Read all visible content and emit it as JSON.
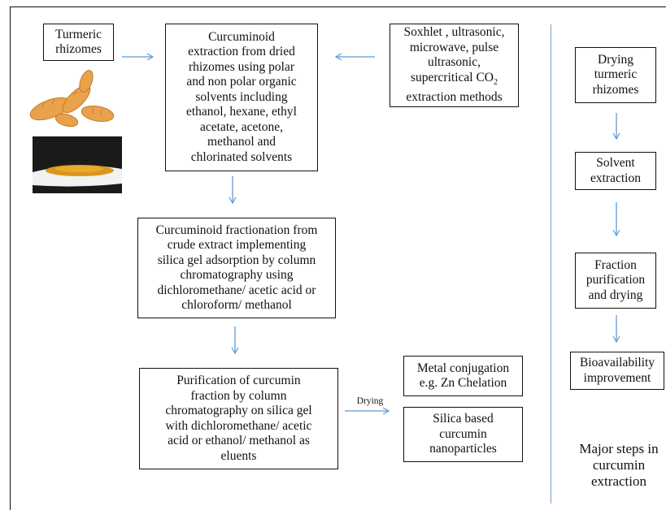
{
  "boxes": {
    "turmeric_rhizomes": "Turmeric\nrhizomes",
    "curcuminoid_extraction": "Curcuminoid\nextraction from dried\nrhizomes using polar\nand non polar organic\nsolvents including\nethanol, hexane, ethyl\nacetate, acetone,\nmethanol  and\nchlorinated solvents",
    "extraction_methods_main": "Soxhlet , ultrasonic,\nmicrowave, pulse\nultrasonic,\nsupercritical CO",
    "extraction_methods_sub": "2",
    "extraction_methods_tail": "\nextraction methods",
    "fractionation": "Curcuminoid fractionation from\ncrude extract implementing\nsilica gel adsorption by column\nchromatography using\ndichloromethane/ acetic acid or\nchloroform/ methanol",
    "purification": "Purification of curcumin\nfraction by column\nchromatography on silica gel\nwith dichloromethane/ acetic\nacid or ethanol/ methanol as\neluents",
    "metal_conjugation": "Metal conjugation\ne.g. Zn Chelation",
    "silica_nanoparticles": "Silica based\ncurcumin\nnanoparticles",
    "drying_rhizomes": "Drying\nturmeric\nrhizomes",
    "solvent_extraction": "Solvent\nextraction",
    "fraction_purification": "Fraction\npurification\nand drying",
    "bioavailability": "Bioavailability\nimprovement"
  },
  "labels": {
    "drying_arrow": "Drying",
    "major_steps": "Major steps in\ncurcumin\nextraction"
  },
  "colors": {
    "arrow": "#5b9bd5",
    "divider": "#6fa2d6",
    "border": "#111111"
  }
}
